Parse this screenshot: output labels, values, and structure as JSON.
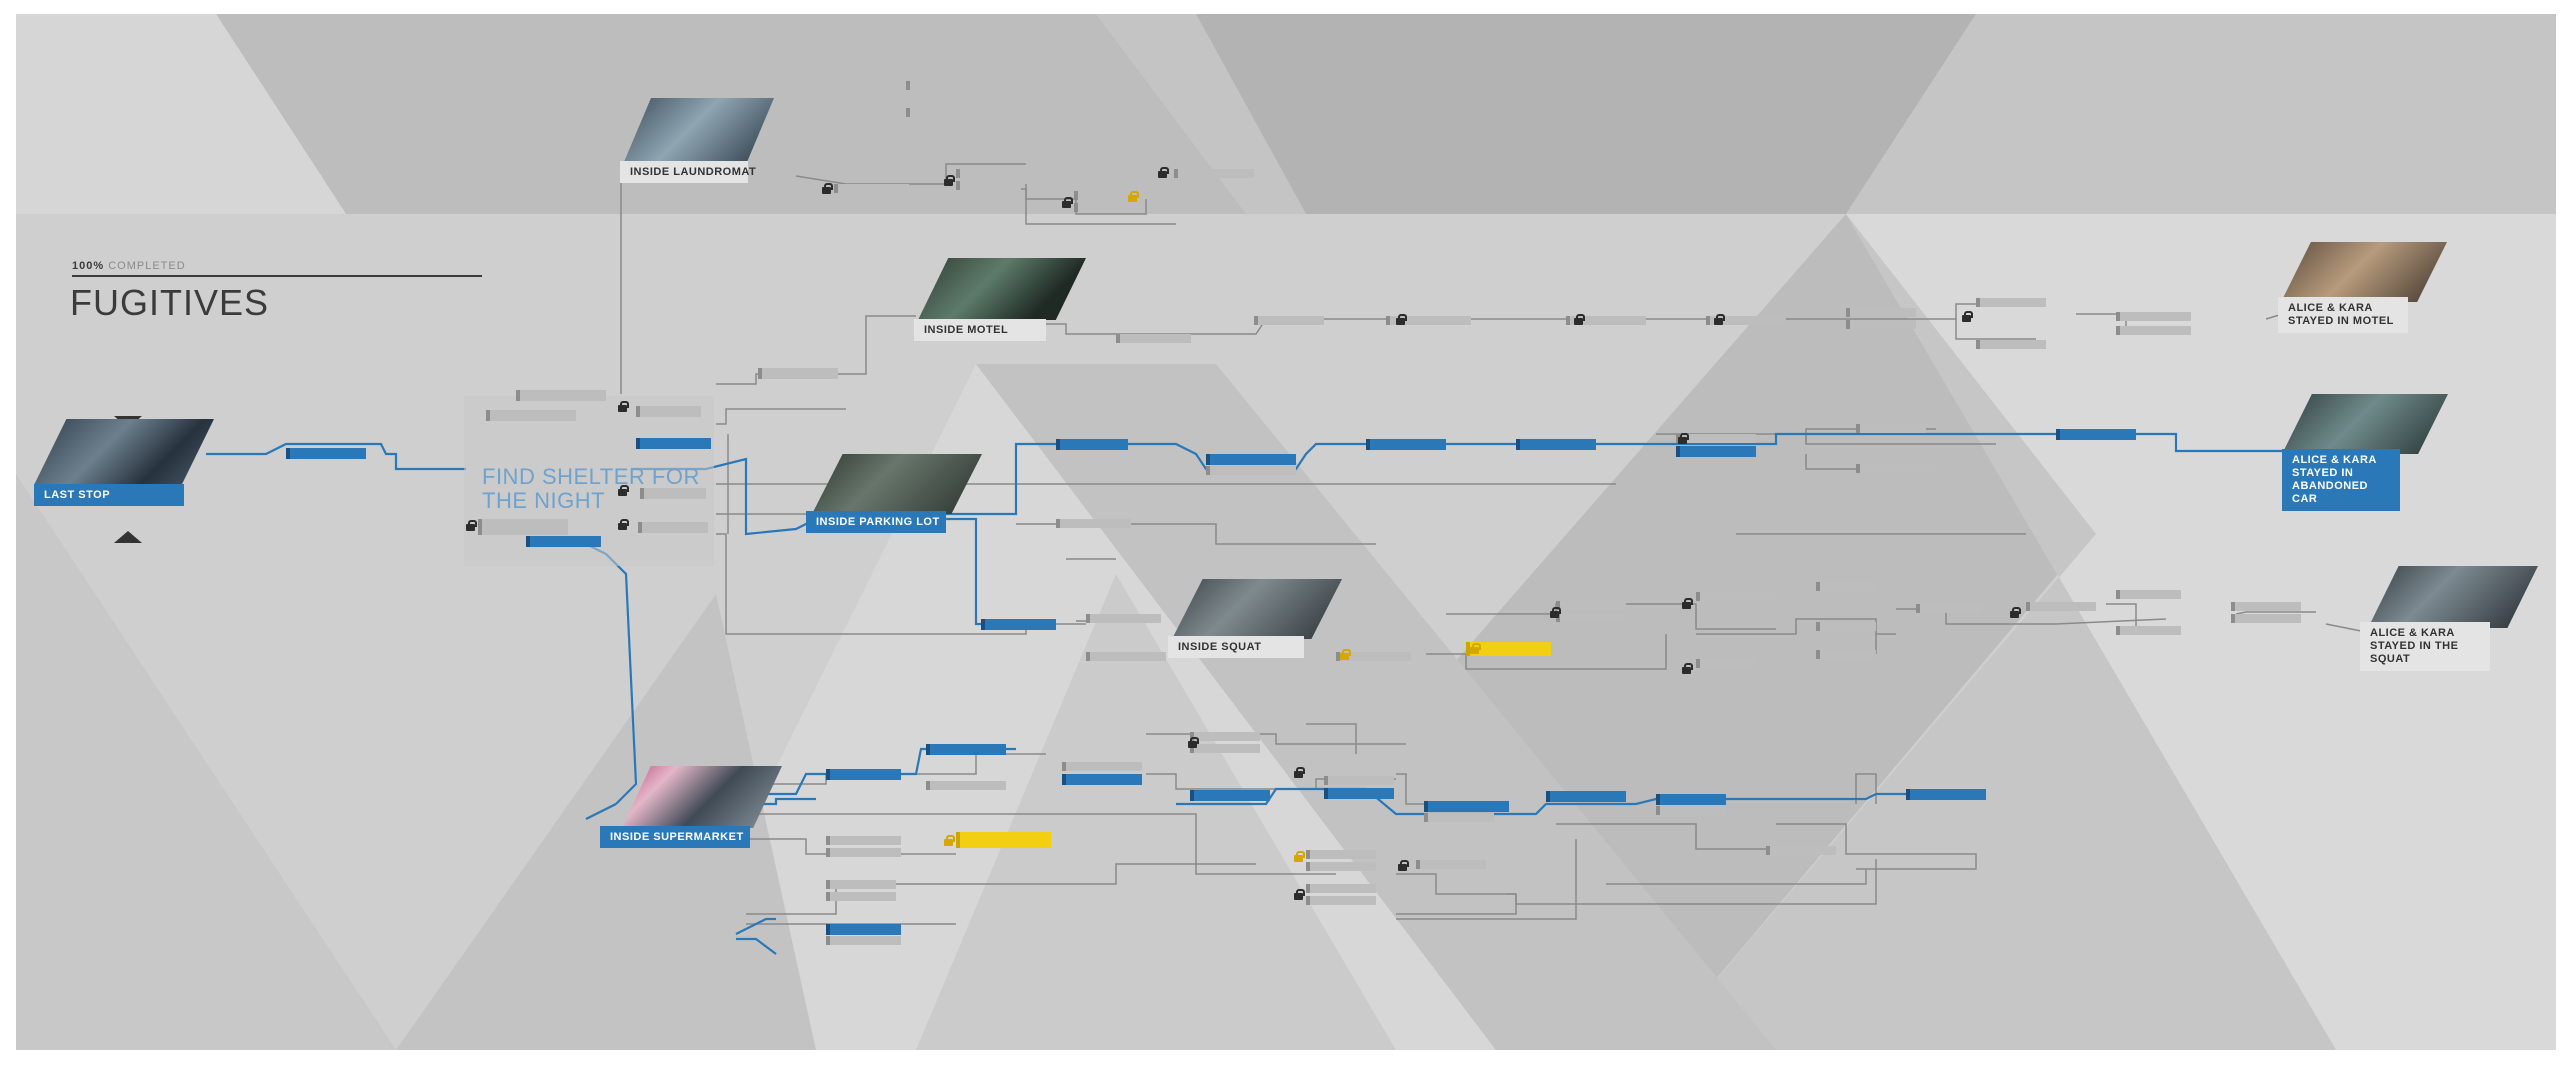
{
  "progress": {
    "percent": "100%",
    "label": "COMPLETED"
  },
  "chapter_title": "FUGITIVES",
  "hub_title": "FIND SHELTER FOR THE NIGHT",
  "scenes": {
    "last_stop": "LAST STOP",
    "inside_laundromat": "INSIDE LAUNDROMAT",
    "inside_motel": "INSIDE MOTEL",
    "inside_parking_lot": "INSIDE PARKING LOT",
    "inside_squat": "INSIDE SQUAT",
    "inside_supermarket": "INSIDE SUPERMARKET"
  },
  "endings": {
    "motel": "ALICE & KARA STAYED IN MOTEL",
    "abandoned_car": "ALICE & KARA STAYED IN ABANDONED CAR",
    "squat": "ALICE & KARA STAYED IN THE SQUAT"
  },
  "colors": {
    "background": "#cfcfcf",
    "accent_blue": "#2a78b8",
    "locked_yellow": "#f2cf12",
    "node_gray": "#bdbdbd"
  },
  "icons": [
    "lock-icon",
    "chevron-up-icon",
    "chevron-down-icon"
  ]
}
